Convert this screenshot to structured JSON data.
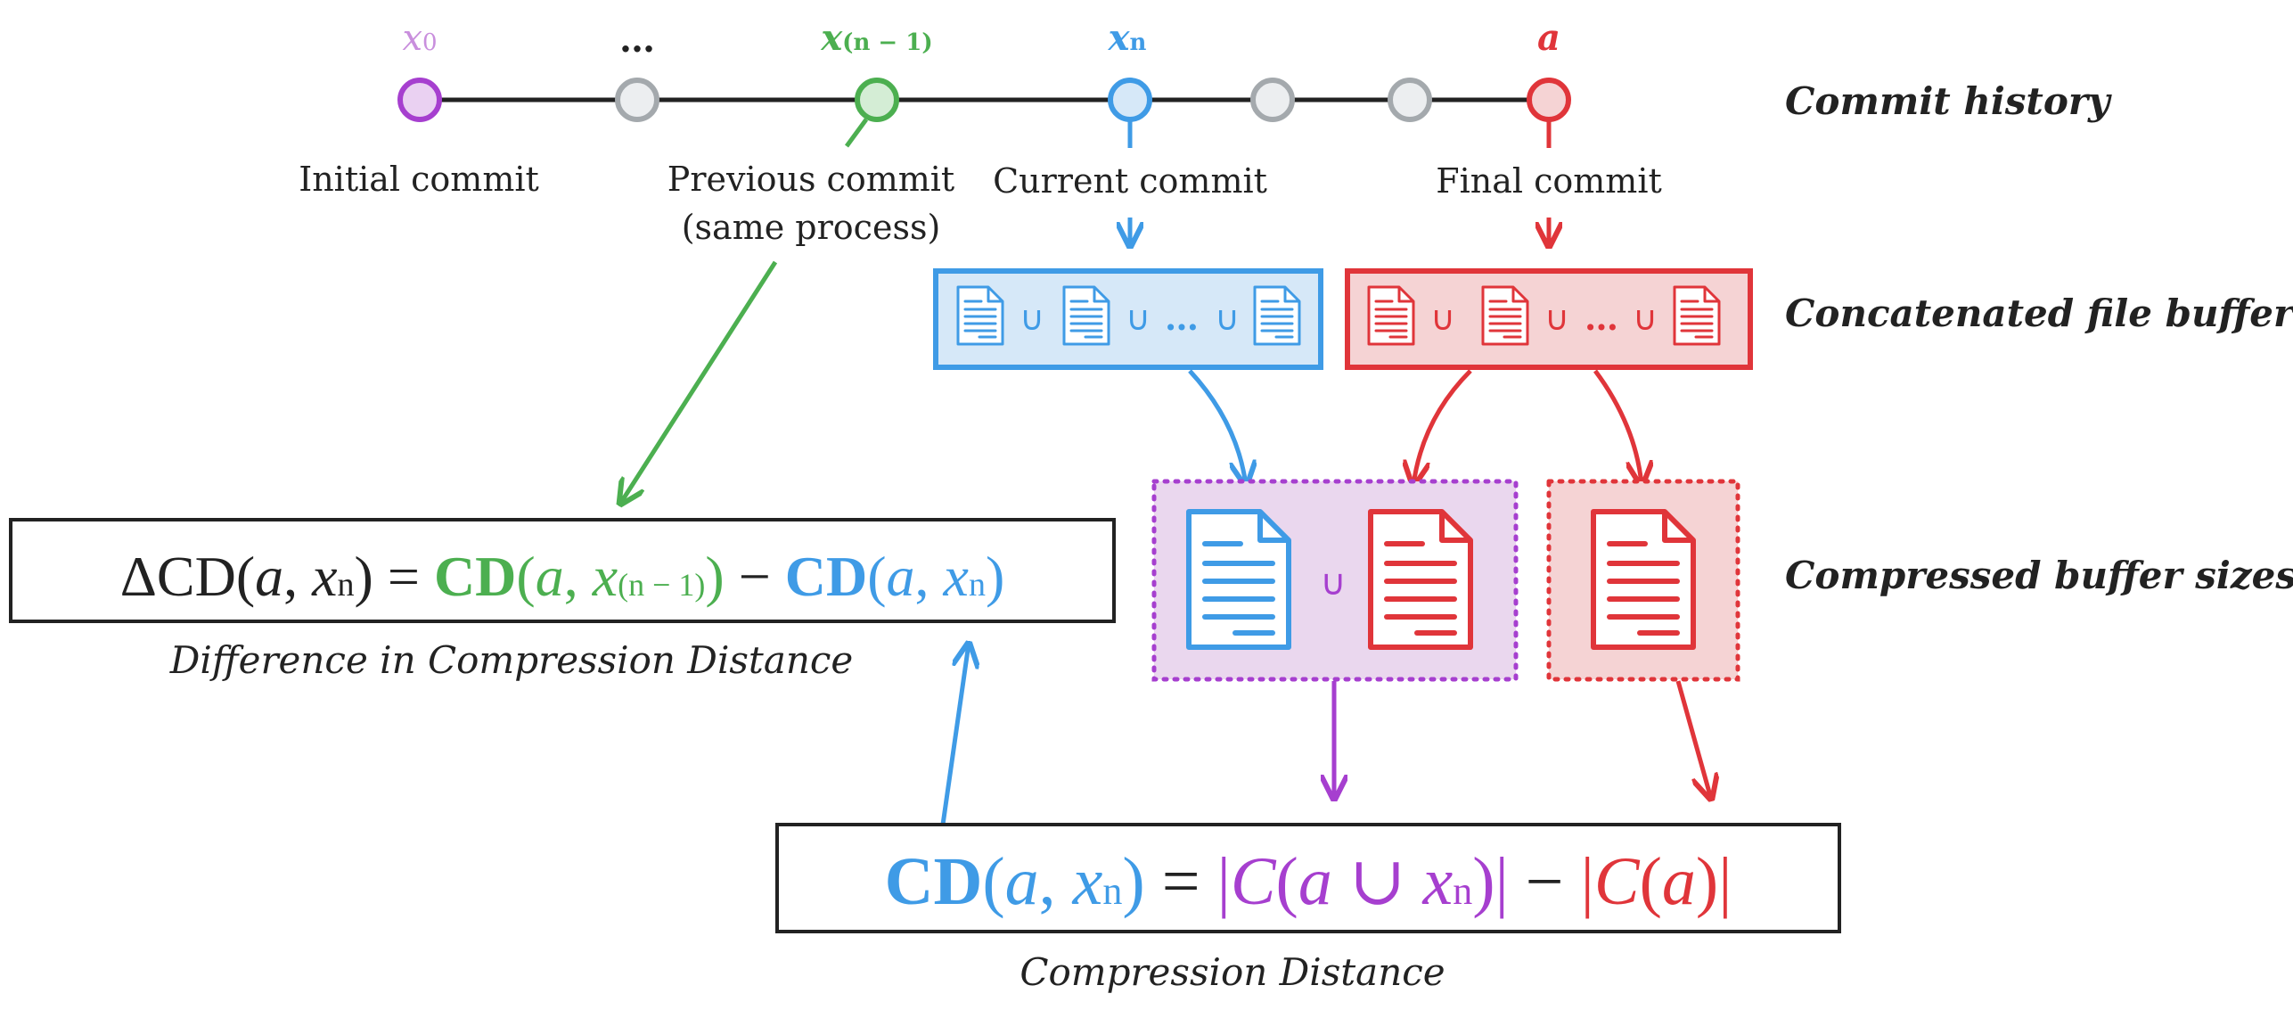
{
  "colors": {
    "ink": "#222222",
    "initial": "#a63fcf",
    "initial_fill": "#ead1f2",
    "gray": "#a4a9ad",
    "gray_fill": "#eceef0",
    "previous": "#4caf50",
    "previous_fill": "#d4edd5",
    "current": "#3f9be6",
    "current_fill": "#d6e8f8",
    "final": "#e0353a",
    "final_fill": "#f5d3d4",
    "union_fill": "#ead7ee"
  },
  "rows": {
    "commit_history": "Commit history",
    "file_buffers": "Concatenated file buffers",
    "compressed_sizes": "Compressed buffer sizes"
  },
  "commits": {
    "initial": {
      "symbol": "x",
      "sub": "0",
      "label": "Initial commit"
    },
    "ellipsis": {
      "symbol": "…"
    },
    "previous": {
      "symbol": "x",
      "sub": "(n − 1)",
      "label_line1": "Previous commit",
      "label_line2": "(same process)"
    },
    "current": {
      "symbol": "x",
      "sub": "n",
      "label": "Current commit"
    },
    "final": {
      "symbol": "a",
      "label": "Final commit"
    }
  },
  "buffers": {
    "union": "∪",
    "dots": "…"
  },
  "formula_delta": {
    "delta_cd": "ΔCD",
    "open": "(",
    "a": "a",
    "comma": ", ",
    "x": "x",
    "n": "n",
    "close": ")",
    "equals": " = ",
    "cd": "CD",
    "prev_sub": "(n − 1)",
    "minus": " − ",
    "caption": "Difference in Compression Distance"
  },
  "formula_cd": {
    "cd": "CD",
    "open": "(",
    "a": "a",
    "comma": ", ",
    "x": "x",
    "n": "n",
    "close": ")",
    "equals": " = ",
    "bar": "|",
    "c": "C",
    "union": " ∪ ",
    "minus": " − ",
    "caption": "Compression Distance"
  }
}
